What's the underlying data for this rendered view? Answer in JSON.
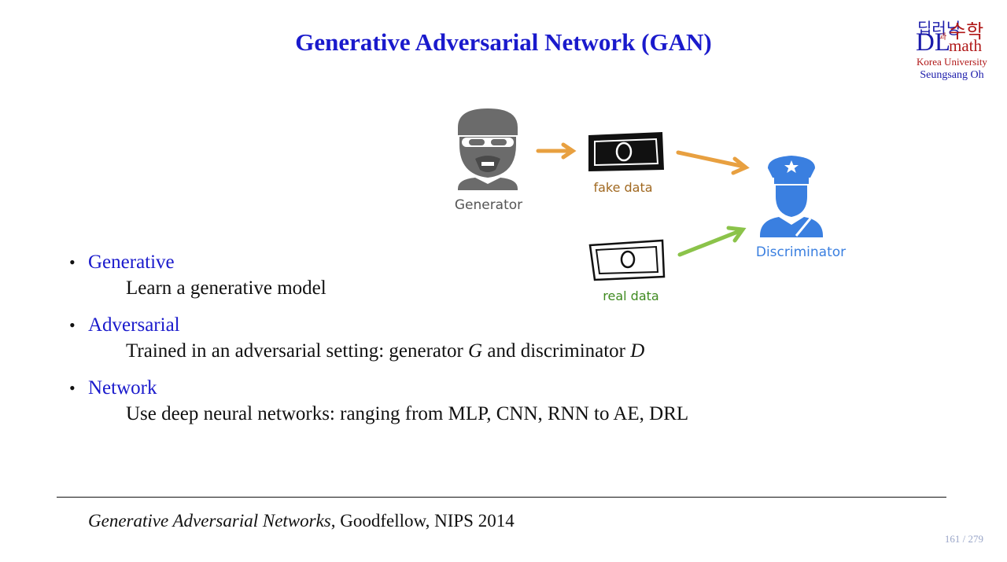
{
  "title": "Generative Adversarial Network (GAN)",
  "logo": {
    "korean_top": "딥러닝",
    "korean_gwa": "과",
    "korean_suhak": "수학",
    "dl": "DL",
    "math": "math",
    "university": "Korea University",
    "author": "Seungsang Oh"
  },
  "diagram": {
    "generator_label": "Generator",
    "fake_label": "fake data",
    "real_label": "real data",
    "discriminator_label": "Discriminator",
    "colors": {
      "generator": "#6b6b6b",
      "discriminator": "#3a7fe0",
      "fake_arrow": "#e8a040",
      "real_arrow": "#8bc34a",
      "fake_text": "#a06820",
      "real_text": "#3f8a20"
    }
  },
  "bullets": [
    {
      "head": "Generative",
      "desc": "Learn a generative model"
    },
    {
      "head": "Adversarial",
      "desc_pre": "Trained in an adversarial setting:  generator ",
      "g": "G",
      "desc_mid": " and discriminator ",
      "d": "D"
    },
    {
      "head": "Network",
      "desc": "Use deep neural networks:  ranging from MLP, CNN, RNN to AE, DRL"
    }
  ],
  "reference": {
    "title": "Generative Adversarial Networks",
    "rest": ",  Goodfellow, NIPS 2014"
  },
  "page": "161  / 279"
}
